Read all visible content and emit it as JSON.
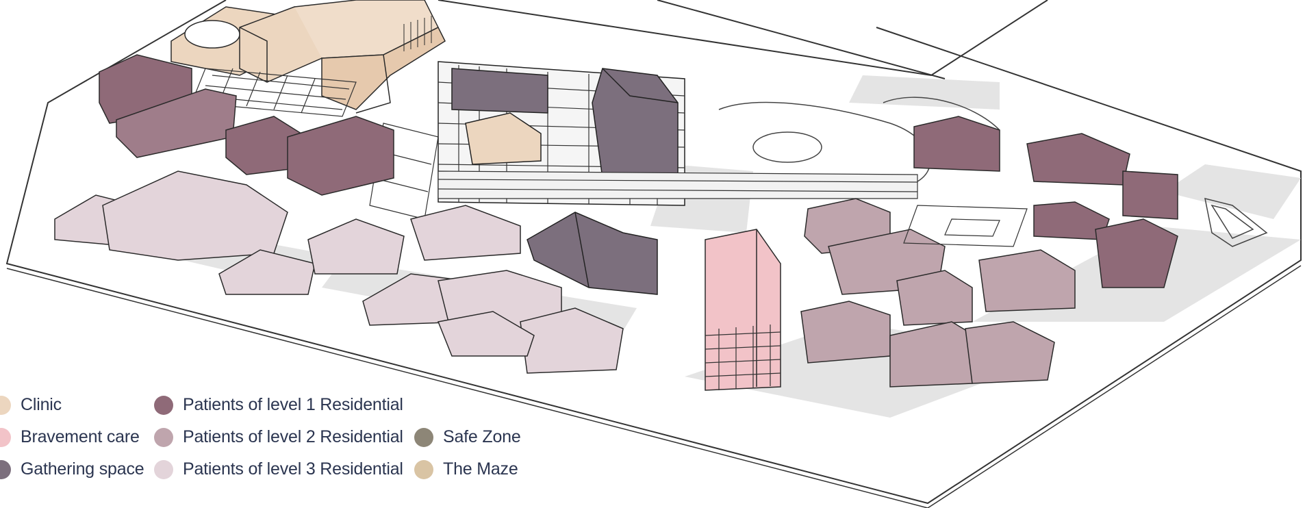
{
  "legend": {
    "items": [
      {
        "label": "Clinic",
        "color": "#ecd6bf"
      },
      {
        "label": "Bravement care",
        "color": "#f2c3c8"
      },
      {
        "label": "Gathering space",
        "color": "#7c6f7d"
      },
      {
        "label": "Patients of level 1 Residential",
        "color": "#8f6a78"
      },
      {
        "label": "Patients of level 2 Residential",
        "color": "#bfa5ad"
      },
      {
        "label": "Patients of level 3 Residential",
        "color": "#e3d4da"
      },
      {
        "label": "Safe Zone",
        "color": "#8d8677"
      },
      {
        "label": "The Maze",
        "color": "#d9c4a4"
      }
    ]
  },
  "palette": {
    "clinic": "#ecd6bf",
    "bravement": "#f2c3c8",
    "gathering": "#7c6f7d",
    "level1": "#8f6a78",
    "level2": "#bfa5ad",
    "level3": "#e3d4da",
    "shadow": "#e3e3e3",
    "line": "#2a2a2a"
  }
}
